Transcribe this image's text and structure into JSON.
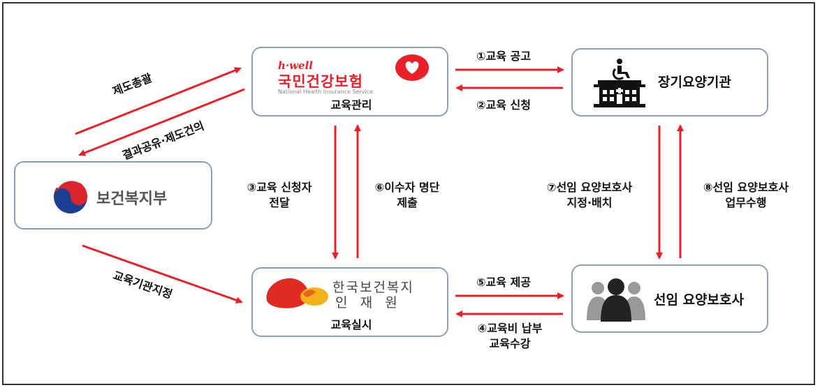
{
  "nodes": {
    "nhis": {
      "logo_brand": "h·well",
      "logo_name": "국민건강보험",
      "logo_sub": "National Health Insurance Service",
      "caption": "교육관리"
    },
    "facility": {
      "caption": "장기요양기관"
    },
    "ministry": {
      "caption": "보건복지부"
    },
    "institute": {
      "logo_line1": "한국보건복지",
      "logo_line2": "인   재   원",
      "caption": "교육실시"
    },
    "caregiver": {
      "caption": "선임 요양보호사"
    }
  },
  "edges": {
    "e1": "①교육 공고",
    "e2": "②교육 신청",
    "e3_line1": "③교육 신청자",
    "e3_line2": "전달",
    "e4_line1": "④교육비 납부",
    "e4_line2": "교육수강",
    "e5": "⑤교육 제공",
    "e6_line1": "⑥이수자 명단",
    "e6_line2": "제출",
    "e7_line1": "⑦선임 요양보호사",
    "e7_line2": "지정·배치",
    "e8_line1": "⑧선임 요양보호사",
    "e8_line2": "업무수행",
    "ministry_to_nhis": "제도총괄",
    "nhis_to_ministry": "결과공유·제도건의",
    "ministry_to_institute": "교육기관지정"
  },
  "colors": {
    "arrow": "#e8202a",
    "box_border": "#8ea0b8",
    "nhis_red": "#e8202a"
  }
}
